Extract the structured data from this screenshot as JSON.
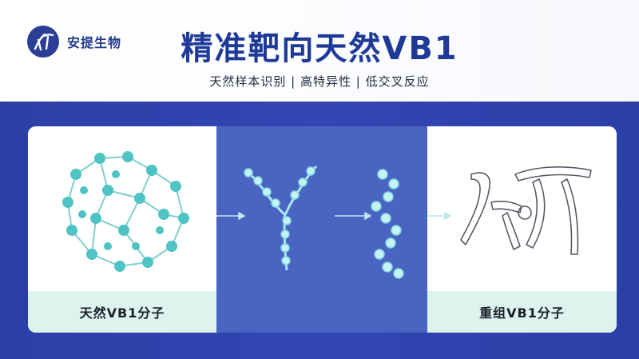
{
  "brand": {
    "name": "安提生物",
    "logo_icon": "brand-logo-icon"
  },
  "header": {
    "title": "精准靶向天然VB1",
    "subtitle": "天然样本识别 | 高特异性 | 低交叉反应"
  },
  "panels": [
    {
      "label": "天然VB1分子",
      "icon": "molecule-cluster-icon"
    },
    {
      "label": "",
      "icon": "double-helix-chains-icon"
    },
    {
      "label": "重组VB1分子",
      "icon": "line-art-monogram-icon"
    }
  ],
  "colors": {
    "brand_blue": "#2b3f95",
    "band_blue": "#3346b4",
    "mint": "#dcf3ee",
    "molecule_teal": "#55c6c4"
  }
}
